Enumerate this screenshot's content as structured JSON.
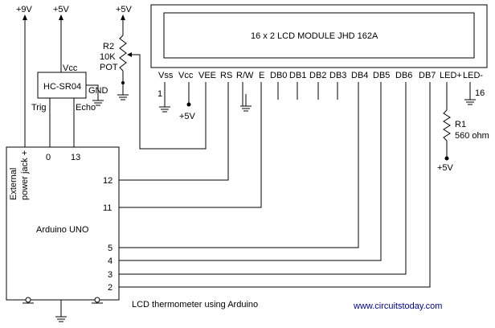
{
  "supplies": {
    "plus9v": "+9V",
    "plus5v_sensor": "+5V",
    "plus5v_pot": "+5V",
    "plus5v_vcc": "+5V",
    "plus5v_backlight": "+5V"
  },
  "lcd": {
    "title": "16 x 2 LCD MODULE  JHD   162A",
    "pins": [
      "Vss",
      "Vcc",
      "VEE",
      "RS",
      "R/W",
      "E",
      "DB0",
      "DB1",
      "DB2",
      "DB3",
      "DB4",
      "DB5",
      "DB6",
      "DB7",
      "LED+",
      "LED-"
    ],
    "pin_first": "1",
    "pin_last": "16"
  },
  "pot": {
    "ref": "R2",
    "value": "10K",
    "type": "POT"
  },
  "resistor": {
    "ref": "R1",
    "value": "560 ohm"
  },
  "sensor": {
    "name": "HC-SR04",
    "vcc": "Vcc",
    "gnd": "GND",
    "trig": "Trig",
    "echo": "Echo"
  },
  "arduino": {
    "name": "Arduino UNO",
    "power_jack": [
      "External",
      "power jack +"
    ],
    "top_pins": [
      "0",
      "13"
    ],
    "side_pins": [
      "12",
      "11",
      "5",
      "4",
      "3",
      "2"
    ]
  },
  "caption": "LCD thermometer using Arduino",
  "website": "www.circuitstoday.com",
  "colors": {
    "text": "#000000",
    "caption": "#000099",
    "background": "#ffffff"
  }
}
